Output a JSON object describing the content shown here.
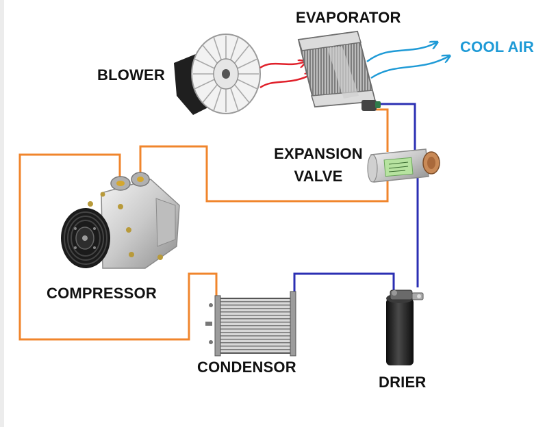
{
  "diagram": {
    "labels": {
      "evaporator": "EVAPORATOR",
      "cool_air": "COOL AIR",
      "blower": "BLOWER",
      "expansion_valve_line1": "EXPANSION",
      "expansion_valve_line2": "VALVE",
      "compressor": "COMPRESSOR",
      "condensor": "CONDENSOR",
      "drier": "DRIER"
    },
    "colors": {
      "high_side_line": "#f0852c",
      "low_side_line": "#2b2fb3",
      "warm_air_arrow": "#e0202a",
      "cool_air_arrow": "#1e9ad6"
    },
    "icons": [
      "blower-icon",
      "evaporator-icon",
      "expansion-valve-icon",
      "compressor-icon",
      "condenser-icon",
      "drier-icon"
    ]
  }
}
